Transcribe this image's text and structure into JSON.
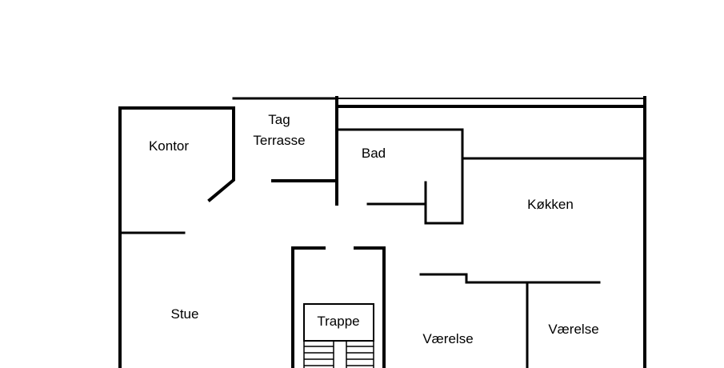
{
  "rooms": {
    "tag": "Tag",
    "terrasse": "Terrasse",
    "kontor": "Kontor",
    "bad": "Bad",
    "kokken": "Køkken",
    "stue": "Stue",
    "trappe": "Trappe",
    "vaerelse1": "Værelse",
    "vaerelse2": "Værelse"
  }
}
